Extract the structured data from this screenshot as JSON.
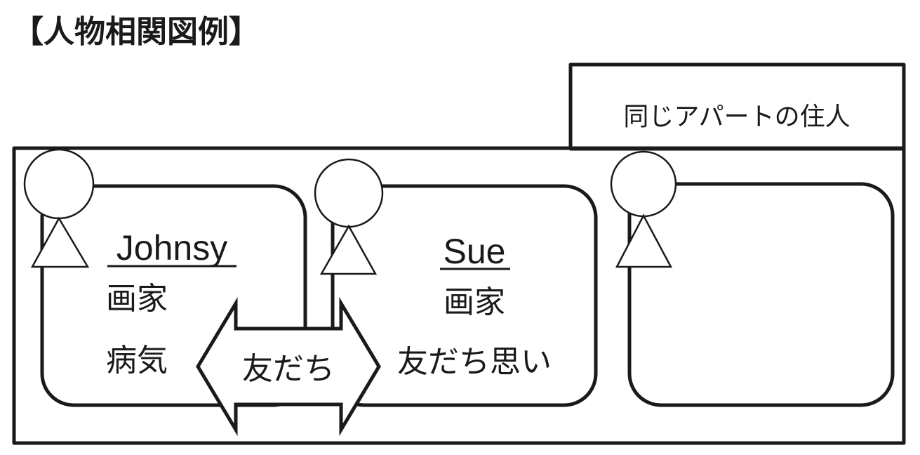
{
  "title": "【人物相関図例】",
  "group_label": "同じアパートの住人",
  "characters": [
    {
      "name": "Johnsy",
      "traits": [
        "画家",
        "病気"
      ]
    },
    {
      "name": "Sue",
      "traits": [
        "画家",
        "友だち思い"
      ]
    },
    {
      "name": "",
      "traits": []
    }
  ],
  "relation_label": "友だち",
  "colors": {
    "line": "#1a1a1a",
    "background": "#ffffff"
  }
}
